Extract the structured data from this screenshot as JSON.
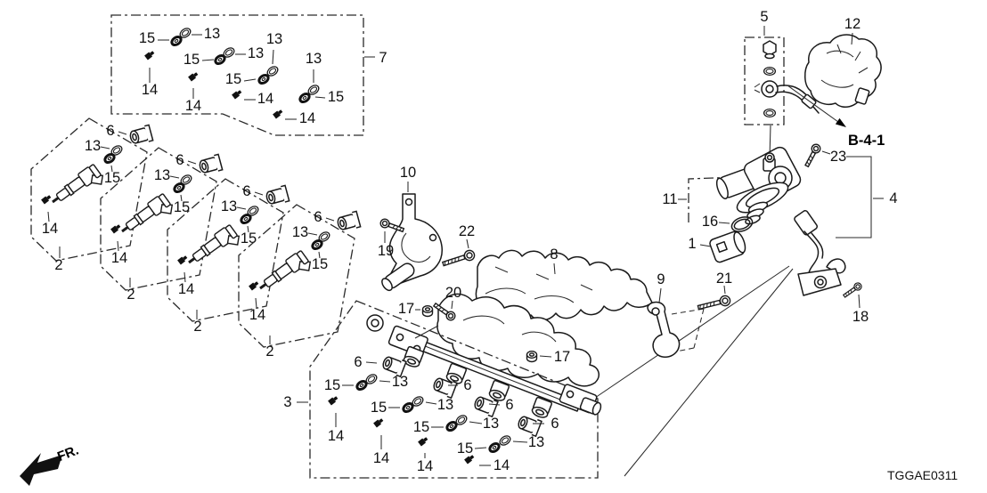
{
  "figure": {
    "code": "TGGAE0311",
    "front_marker": "FR.",
    "cross_ref": "B-4-1"
  },
  "part_numbers": {
    "1": "1",
    "2": "2",
    "3": "3",
    "4": "4",
    "5": "5",
    "6": "6",
    "7": "7",
    "8": "8",
    "9": "9",
    "10": "10",
    "11": "11",
    "12": "12",
    "13": "13",
    "14": "14",
    "15": "15",
    "16": "16",
    "17": "17",
    "18": "18",
    "19": "19",
    "20": "20",
    "21": "21",
    "22": "22",
    "23": "23"
  },
  "colors": {
    "ink": "#1a1a1a",
    "background": "#ffffff"
  }
}
